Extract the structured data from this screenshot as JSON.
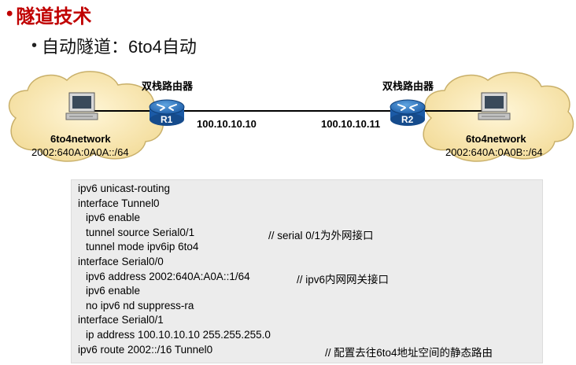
{
  "header": {
    "title": "隧道技术",
    "subtitle": "自动隧道：6to4自动"
  },
  "diagram": {
    "left_network": {
      "name": "6to4network",
      "prefix": "2002:640A:0A0A::/64"
    },
    "right_network": {
      "name": "6to4network",
      "prefix": "2002:640A:0A0B::/64"
    },
    "left_router": {
      "title": "双栈路由器",
      "label": "R1",
      "ip": "100.10.10.10"
    },
    "right_router": {
      "title": "双栈路由器",
      "label": "R2",
      "ip": "100.10.10.11"
    }
  },
  "config": {
    "lines": [
      {
        "text": "ipv6 unicast-routing",
        "indent": 0,
        "comment": ""
      },
      {
        "text": "interface Tunnel0",
        "indent": 0,
        "comment": ""
      },
      {
        "text": "ipv6 enable",
        "indent": 1,
        "comment": ""
      },
      {
        "text": "tunnel source Serial0/1",
        "indent": 1,
        "comment": "// serial 0/1为外网接口"
      },
      {
        "text": "tunnel mode ipv6ip 6to4",
        "indent": 1,
        "comment": ""
      },
      {
        "text": "interface Serial0/0",
        "indent": 0,
        "comment": ""
      },
      {
        "text": "ipv6 address 2002:640A:A0A::1/64",
        "indent": 1,
        "comment": "// ipv6内网网关接口"
      },
      {
        "text": "ipv6 enable",
        "indent": 1,
        "comment": ""
      },
      {
        "text": "no ipv6 nd suppress-ra",
        "indent": 1,
        "comment": ""
      },
      {
        "text": "interface Serial0/1",
        "indent": 0,
        "comment": ""
      },
      {
        "text": "ip address 100.10.10.10 255.255.255.0",
        "indent": 1,
        "comment": ""
      },
      {
        "text": "ipv6 route 2002::/16 Tunnel0",
        "indent": 0,
        "comment": "// 配置去往6to4地址空间的静态路由"
      }
    ]
  }
}
